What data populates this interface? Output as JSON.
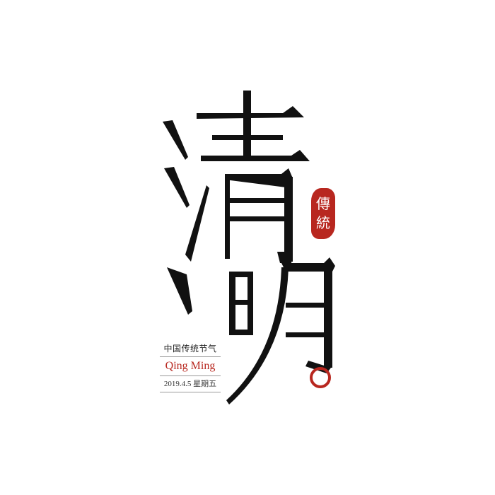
{
  "artwork": {
    "main_characters": "清明",
    "seal_text": [
      "傳",
      "統"
    ],
    "subtitle": "中国传统节气",
    "pinyin": "Qing Ming",
    "date": "2019.4.5  星期五"
  },
  "colors": {
    "ink": "#111111",
    "seal_red": "#b8271f",
    "rule_gray": "#9a9a9a",
    "background": "#ffffff"
  }
}
